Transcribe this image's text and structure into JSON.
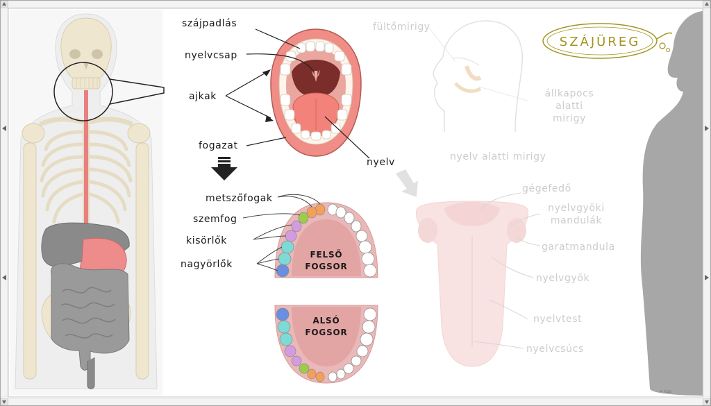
{
  "title": "SZÁJÜREG",
  "labels": {
    "palate": "szájpadlás",
    "uvula": "nyelvcsap",
    "lips": "ajkak",
    "teeth": "fogazat",
    "tongue": "nyelv",
    "incisors": "metszőfogak",
    "canine": "szemfog",
    "premolars": "kisörlők",
    "molars": "nagyörlők",
    "upper_jaw_line1": "FELSŐ",
    "upper_jaw_line2": "FOGSOR",
    "lower_jaw_line1": "ALSÓ",
    "lower_jaw_line2": "FOGSOR"
  },
  "faded_labels": {
    "parotid": "fültőmirigy",
    "submandibular_line1": "állkapocs",
    "submandibular_line2": "alatti",
    "submandibular_line3": "mirigy",
    "sublingual": "nyelv alatti mirigy",
    "epiglottis": "gégefedő",
    "lingual_tonsils_line1": "nyelvgyöki",
    "lingual_tonsils_line2": "mandulák",
    "palatine_tonsil": "garatmandula",
    "tongue_root": "nyelvgyök",
    "tongue_body": "nyelvtest",
    "tongue_tip": "nyelvcsúcs"
  },
  "credit": "✍ kzs",
  "colors": {
    "title_accent": "#a29420",
    "incisor": "#f5a05a",
    "canine": "#9ccc4a",
    "premolar": "#d59be0",
    "molar_light": "#7fd9d4",
    "molar": "#6a8ee0",
    "esophagus": "#e88080",
    "gums": "#e9b7b7",
    "faded_label": "#cccccc"
  }
}
